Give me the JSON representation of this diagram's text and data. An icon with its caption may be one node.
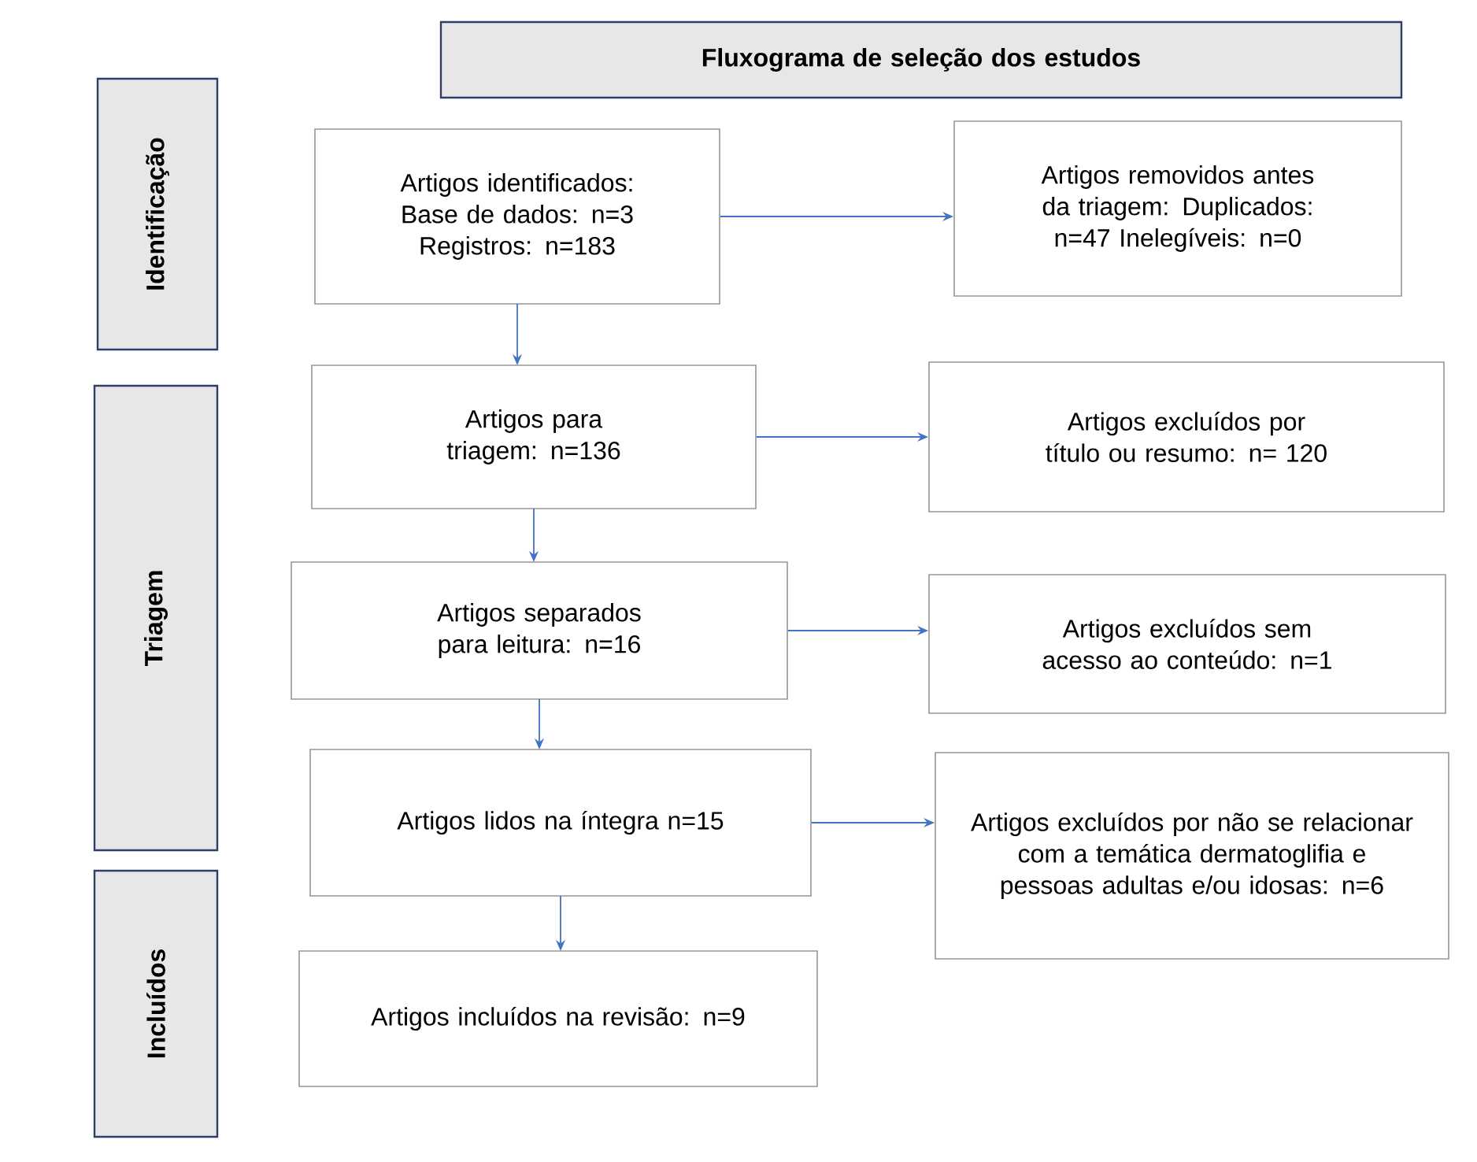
{
  "diagram": {
    "nodes": [
      {
        "text": [
          "Fluxograma de seleção dos estudos"
        ]
      },
      {
        "text": [
          "Identificação"
        ]
      },
      {
        "text": [
          "Artigos identificados: Base de dados: n=3 Registros: n=183"
        ]
      },
      {
        "text": [
          "Artigos removidos antes da triagem: Duplicados: n=47 Inelegíveis: n=0"
        ]
      },
      {
        "text": [
          "Triagem"
        ]
      },
      {
        "text": [
          "Artigos para triagem: n=136"
        ]
      },
      {
        "text": [
          "Artigos excluídos por título ou resumo: n= 120"
        ]
      },
      {
        "text": [
          "Artigos separados para leitura: n=16"
        ]
      },
      {
        "text": [
          "Artigos excluídos sem acesso ao conteúdo: n=1"
        ]
      },
      {
        "text": [
          "Artigos lidos na íntegra n=15"
        ]
      },
      {
        "text": [
          "Artigos excluídos por não se relacionar com a temática dermatoglifia e pessoas adultas e/ou idosas: n=6"
        ]
      },
      {
        "text": [
          "Incluídos"
        ]
      },
      {
        "text": [
          "Artigos incluídos na revisão: n=9"
        ]
      }
    ],
    "edges": [
      {
        "from": 2,
        "to": 3,
        "arrow": "to"
      },
      {
        "from": 2,
        "to": 5,
        "arrow": "to"
      },
      {
        "from": 5,
        "to": 6,
        "arrow": "to"
      },
      {
        "from": 5,
        "to": 7,
        "arrow": "to"
      },
      {
        "from": 7,
        "to": 8,
        "arrow": "to"
      },
      {
        "from": 7,
        "to": 9,
        "arrow": "to"
      },
      {
        "from": 9,
        "to": 10,
        "arrow": "to"
      },
      {
        "from": 9,
        "to": 12,
        "arrow": "to"
      }
    ]
  }
}
